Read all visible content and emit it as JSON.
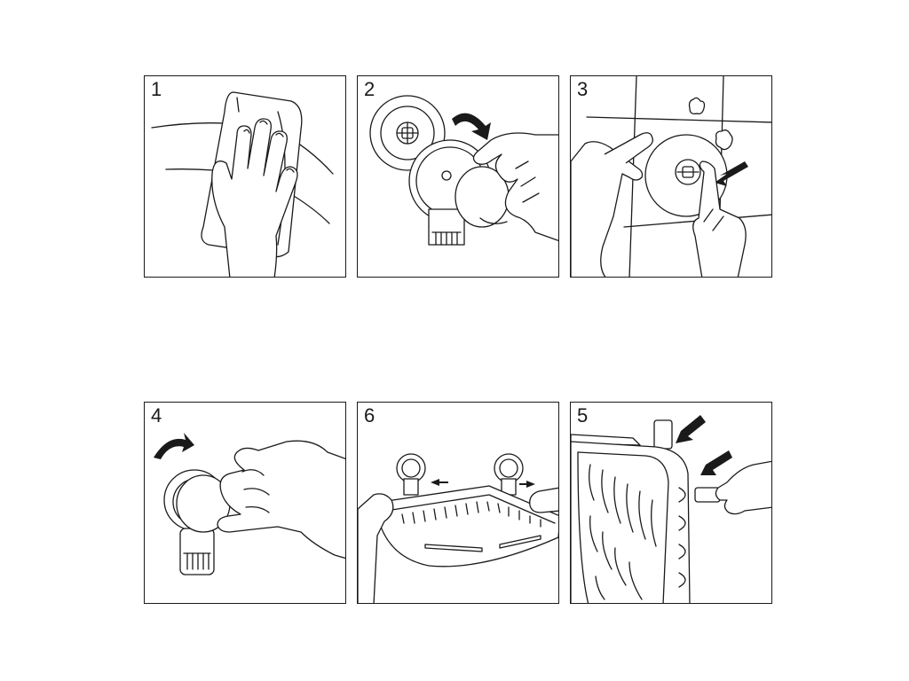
{
  "panels": [
    {
      "number": "1"
    },
    {
      "number": "2"
    },
    {
      "number": "3"
    },
    {
      "number": "4"
    },
    {
      "number": "6"
    },
    {
      "number": "5"
    }
  ]
}
